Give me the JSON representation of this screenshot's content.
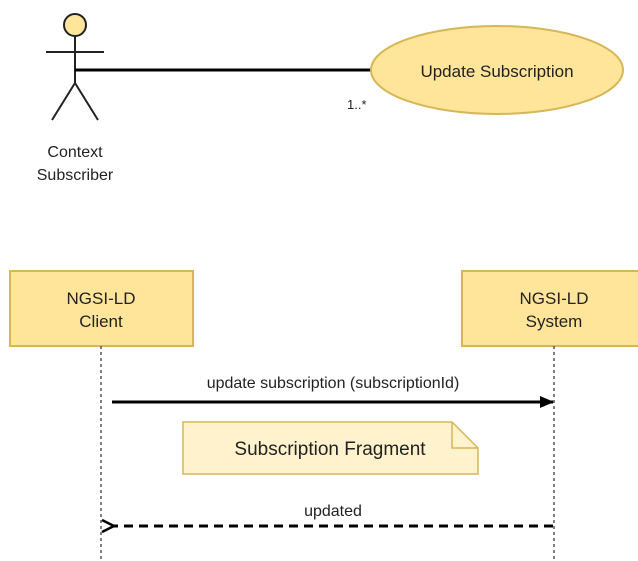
{
  "use_case": {
    "actor": {
      "label_line1": "Context",
      "label_line2": "Subscriber"
    },
    "use_case_label": "Update Subscription",
    "multiplicity": "1..*"
  },
  "sequence": {
    "client": {
      "line1": "NGSI-LD",
      "line2": "Client"
    },
    "system": {
      "line1": "NGSI-LD",
      "line2": "System"
    },
    "request_message": "update subscription (subscriptionId)",
    "note": "Subscription Fragment",
    "response_message": "updated"
  },
  "colors": {
    "fill_yellow": "#ffe599",
    "stroke_gold": "#d6b656",
    "note_fill": "#fff2cc",
    "line": "#000000",
    "text": "#222222"
  }
}
